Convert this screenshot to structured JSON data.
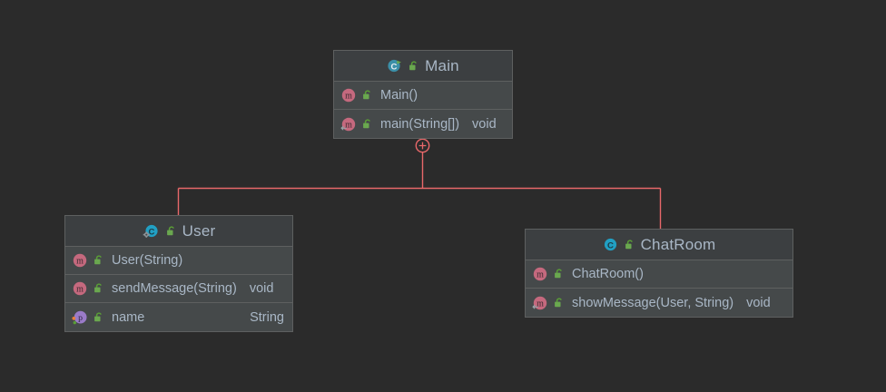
{
  "diagram": {
    "type": "uml-class-diagram",
    "background_color": "#2b2b2b",
    "edge_color": "#e8686a",
    "text_color": "#a9b7c6",
    "header_bg": "#3c3f41",
    "member_bg": "#45494a",
    "border_color": "#5e6060",
    "expand_node": {
      "name": "expand-collapse-node",
      "symbol": "+"
    },
    "nodes": [
      {
        "id": "main",
        "title": "Main",
        "class_icon": "class-runnable-icon",
        "visibility_icon": "public-unlocked-icon",
        "members": [
          {
            "icon": "method-icon",
            "visibility_icon": "public-unlocked-icon",
            "static": false,
            "name": "Main()",
            "return": "",
            "type": ""
          },
          {
            "icon": "method-static-icon",
            "visibility_icon": "public-unlocked-icon",
            "static": true,
            "name": "main(String[])",
            "return": "void",
            "type": ""
          }
        ]
      },
      {
        "id": "user",
        "title": "User",
        "class_icon": "class-configurable-icon",
        "visibility_icon": "public-unlocked-icon",
        "members": [
          {
            "icon": "method-icon",
            "visibility_icon": "public-unlocked-icon",
            "static": false,
            "name": "User(String)",
            "return": "",
            "type": ""
          },
          {
            "icon": "method-icon",
            "visibility_icon": "public-unlocked-icon",
            "static": false,
            "name": "sendMessage(String)",
            "return": "void",
            "type": ""
          },
          {
            "icon": "property-field-icon",
            "visibility_icon": "public-unlocked-icon",
            "static": false,
            "name": "name",
            "return": "",
            "type": "String"
          }
        ]
      },
      {
        "id": "chatroom",
        "title": "ChatRoom",
        "class_icon": "class-icon",
        "visibility_icon": "public-unlocked-icon",
        "members": [
          {
            "icon": "method-icon",
            "visibility_icon": "public-unlocked-icon",
            "static": false,
            "name": "ChatRoom()",
            "return": "",
            "type": ""
          },
          {
            "icon": "method-static-icon",
            "visibility_icon": "public-unlocked-icon",
            "static": true,
            "name": "showMessage(User, String)",
            "return": "void",
            "type": ""
          }
        ]
      }
    ]
  }
}
